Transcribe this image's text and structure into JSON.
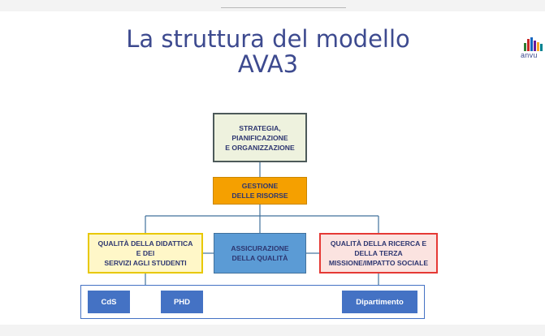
{
  "slide": {
    "title_line1": "La struttura del modello",
    "title_line2": "AVA3",
    "logo_text": "anvu"
  },
  "diagram": {
    "strategia": "STRATEGIA,\nPIANIFICAZIONE\nE ORGANIZZAZIONE",
    "gestione": "GESTIONE\nDELLE RISORSE",
    "didattica": "QUALITÀ DELLA DIDATTICA\nE DEI\nSERVIZI AGLI STUDENTI",
    "assicurazione": "ASSICURAZIONE\nDELLA QUALITÀ",
    "ricerca": "QUALITÀ DELLA RICERCA E\nDELLA TERZA\nMISSIONE/IMPATTO SOCIALE",
    "units": {
      "cds": "CdS",
      "phd": "PHD",
      "dipartimento": "Dipartimento"
    }
  },
  "colors": {
    "title": "#3d4a8f",
    "strategia_fill": "#eef2de",
    "gestione_fill": "#f5a000",
    "didattica_fill": "#fff7c8",
    "assicurazione_fill": "#5b9bd5",
    "ricerca_fill": "#fbe3e0",
    "unit_fill": "#4472c4",
    "connector": "#41719c"
  }
}
